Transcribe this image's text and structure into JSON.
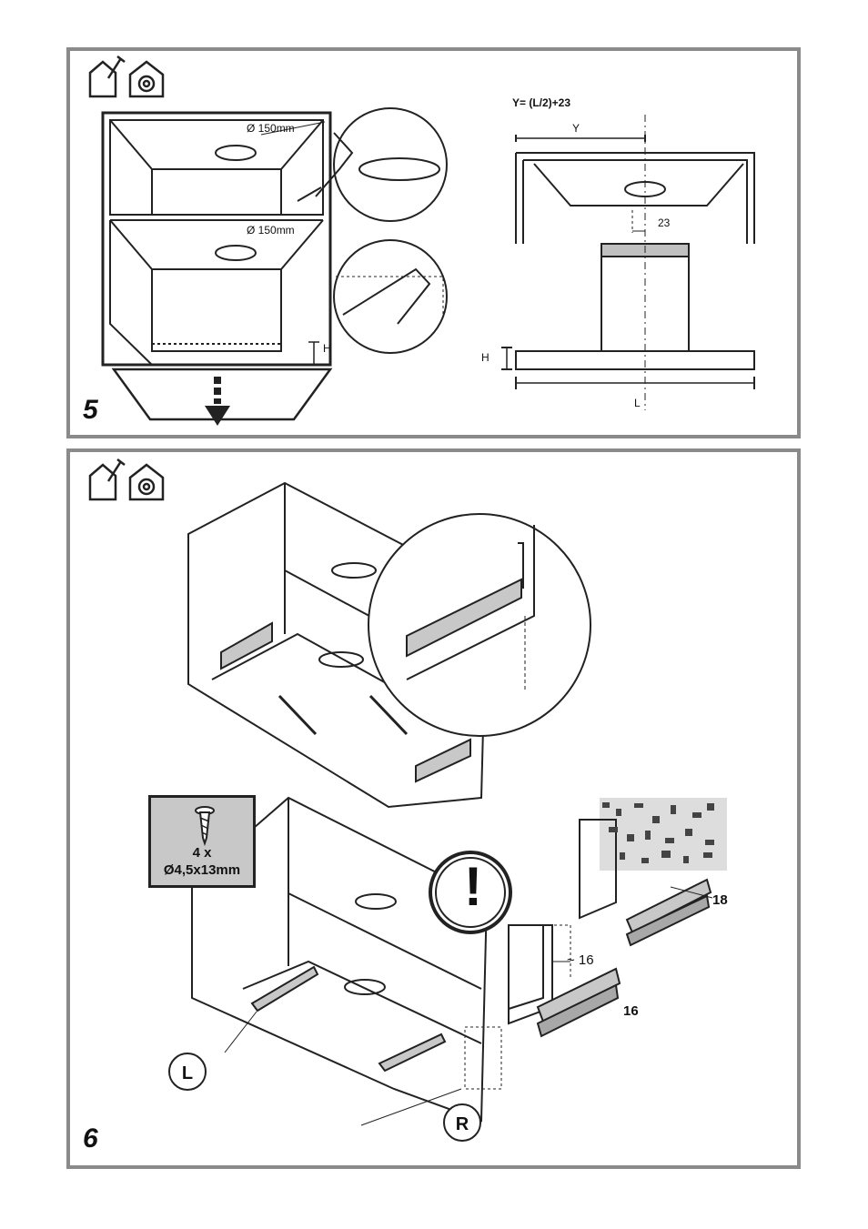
{
  "panel5": {
    "step_number": "5",
    "dim_150_top": "Ø 150mm",
    "dim_150_bottom": "Ø 150mm",
    "label_H_left": "H",
    "formula": "Y= (L/2)+23",
    "label_Y": "Y",
    "label_23": "23",
    "label_H_right": "H",
    "label_L": "L",
    "icons": [
      "house-tools-icon",
      "house-at-icon"
    ]
  },
  "panel6": {
    "step_number": "6",
    "screw_qty": "4 x",
    "screw_size": "Ø4,5x13mm",
    "label_L": "L",
    "label_R": "R",
    "warning_symbol": "!",
    "dim_tilde_16": "~ 16",
    "dim_16": "16",
    "dim_18": "18",
    "icons": [
      "house-tools-icon",
      "house-at-icon",
      "screw-icon",
      "warning-icon"
    ]
  }
}
